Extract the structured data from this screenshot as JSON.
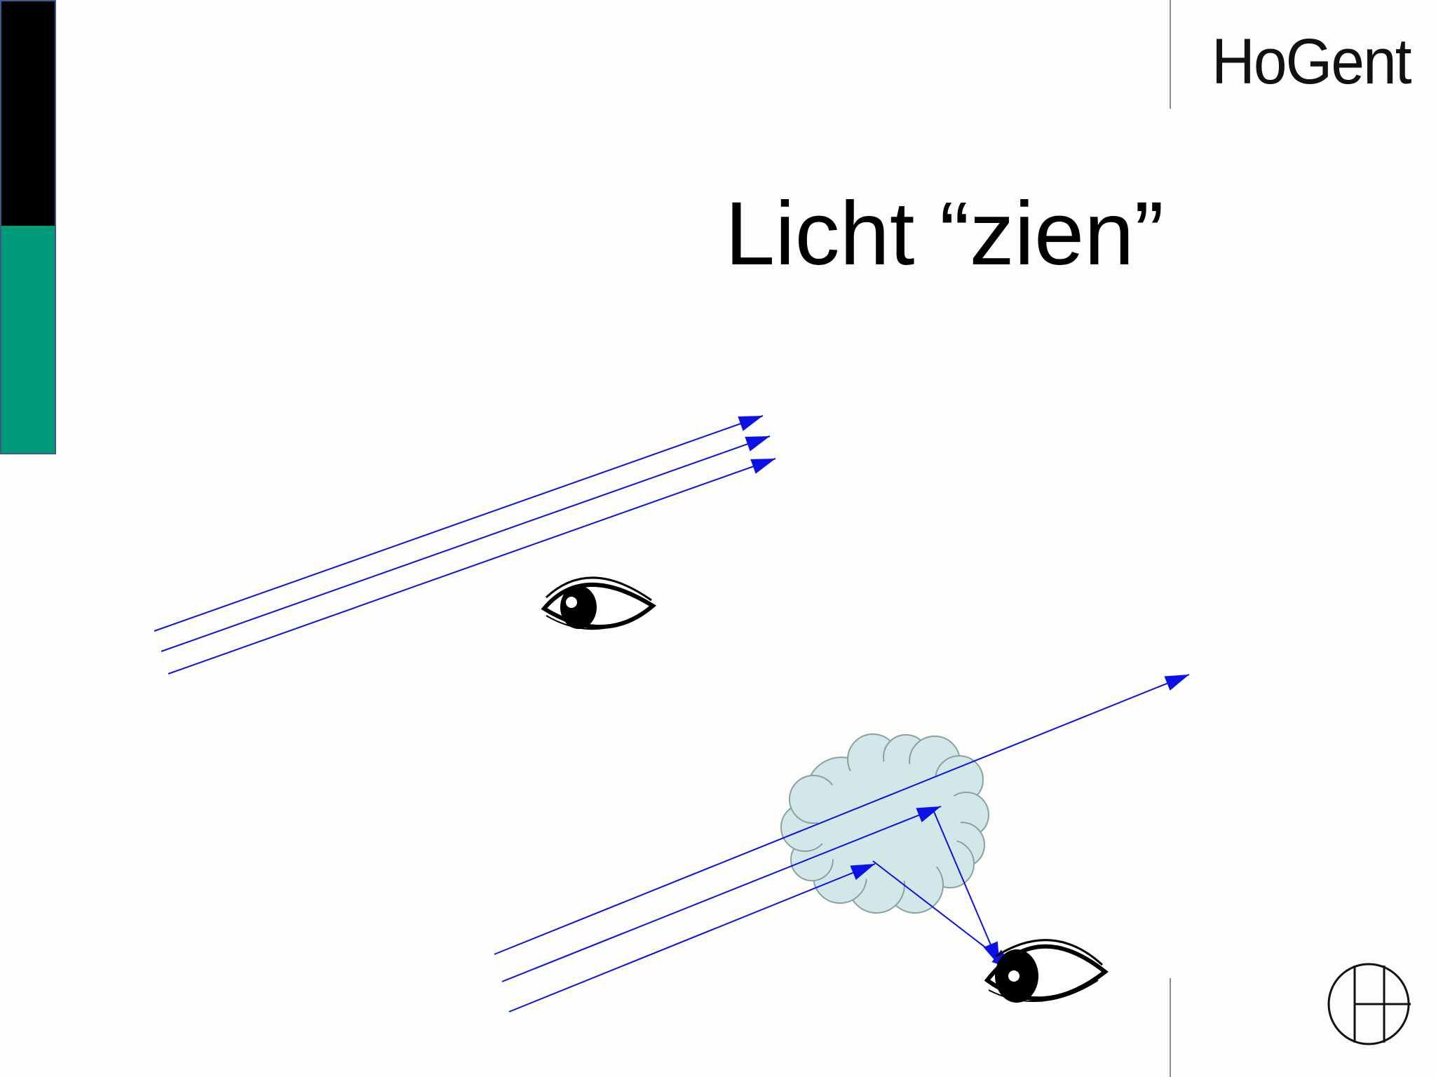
{
  "slide": {
    "title": "Licht “zien”",
    "logo_text": "HoGent",
    "colors": {
      "ray": "#0a12e8",
      "cloud": "#d2e8e8",
      "bar_black": "#000000",
      "bar_teal": "#009a78"
    }
  },
  "diagram": {
    "scenes": [
      {
        "name": "light-passing-eye",
        "rays": 3,
        "icons": [
          "eye-icon"
        ]
      },
      {
        "name": "light-scattered-by-cloud-to-eye",
        "rays": 3,
        "icons": [
          "cloud-icon",
          "eye-icon"
        ]
      }
    ]
  }
}
